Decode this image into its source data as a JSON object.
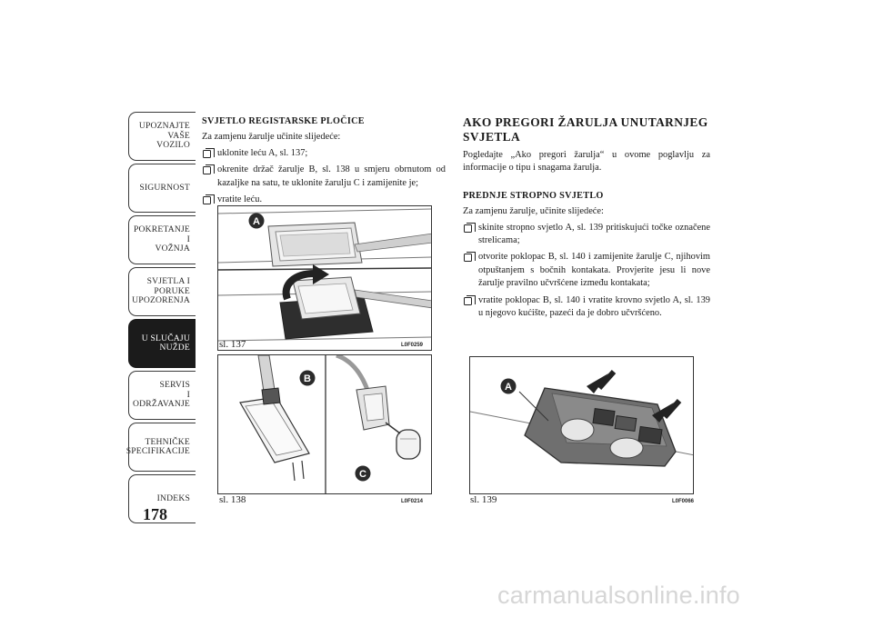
{
  "sidebar": {
    "tabs": [
      {
        "label": "UPOZNAJTE\nVAŠE\nVOZILO",
        "active": false
      },
      {
        "label": "SIGURNOST",
        "active": false
      },
      {
        "label": "POKRETANJE\nI\nVOŽNJA",
        "active": false
      },
      {
        "label": "SVJETLA I\nPORUKE\nUPOZORENJA",
        "active": false
      },
      {
        "label": "U SLUČAJU\nNUŽDE",
        "active": true
      },
      {
        "label": "SERVIS\nI\nODRŽAVANJE",
        "active": false
      },
      {
        "label": "TEHNIČKE\nSPECIFIKACIJE",
        "active": false
      },
      {
        "label": "INDEKS",
        "active": false
      }
    ],
    "page_number": "178"
  },
  "left_column": {
    "heading": "SVJETLO REGISTARSKE PLOČICE",
    "intro": "Za zamjenu žarulje učinite slijedeće:",
    "steps": [
      "uklonite leću A, sl. 137;",
      "okrenite držač žarulje B, sl. 138 u smjeru obrnutom od kazaljke na satu, te uklonite žarulju C i zamijenite je;",
      "vratite leću."
    ]
  },
  "right_column": {
    "heading": "AKO PREGORI ŽARULJA UNUTARNJEG SVJETLA",
    "intro": "Pogledajte „Ako pregori žarulja“ u ovome poglavlju za informacije o tipu i snagama žarulja.",
    "subheading": "PREDNJE STROPNO SVJETLO",
    "sub_intro": "Za zamjenu žarulje, učinite slijedeće:",
    "steps": [
      "skinite stropno svjetlo A, sl. 139 pritiskujući točke označene strelicama;",
      "otvorite poklopac B, sl. 140 i zamijenite žarulje C, njihovim otpuštanjem s bočnih kontakata. Provjerite jesu li nove žarulje pravilno učvršćene između kontakata;",
      "vratite poklopac B, sl. 140 i vratite krovno svjetlo A, sl. 139 u njegovo kućište, pazeći da je dobro učvršćeno."
    ]
  },
  "figures": {
    "fig137": {
      "caption": "sl. 137",
      "code": "L0F0259",
      "callouts": [
        "A"
      ]
    },
    "fig138": {
      "caption": "sl. 138",
      "code": "L0F0214",
      "callouts": [
        "B",
        "C"
      ]
    },
    "fig139": {
      "caption": "sl. 139",
      "code": "L0F0066",
      "callouts": [
        "A"
      ]
    }
  },
  "watermark": "carmanualsonline.info",
  "colors": {
    "active_tab": "#1b1b1b",
    "callout_fill": "#2b2b2b",
    "watermark": "#d6d6d6"
  }
}
